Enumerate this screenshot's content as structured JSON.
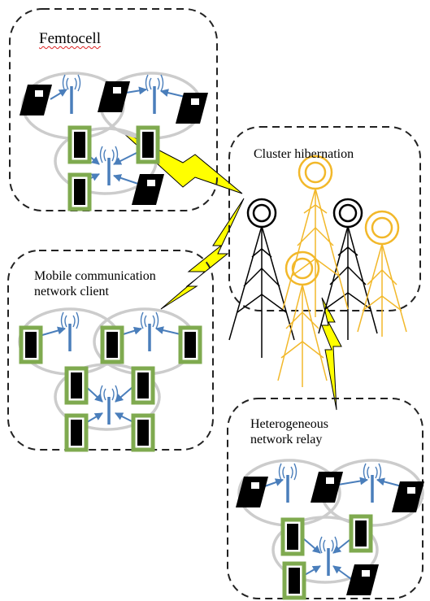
{
  "labels": {
    "femtocell": "Femtocell",
    "cluster": "Cluster hibernation",
    "mobile_line1": "Mobile communication",
    "mobile_line2": "network client",
    "hetero_line1": "Heterogeneous",
    "hetero_line2": "network relay"
  },
  "colors": {
    "dash_border": "#222222",
    "circle": "#cccccc",
    "arrow": "#4a7ebb",
    "phone_border": "#7faa4f",
    "device": "#000000",
    "tower_active": "#000000",
    "tower_hibernating": "#f2b82a",
    "lightning": "#ffff00"
  },
  "icons": {
    "lightning": "lightning-bolt-icon",
    "tower": "cell-tower-icon",
    "antenna": "base-station-antenna-icon",
    "laptop": "laptop-icon",
    "phone": "mobile-phone-icon"
  }
}
